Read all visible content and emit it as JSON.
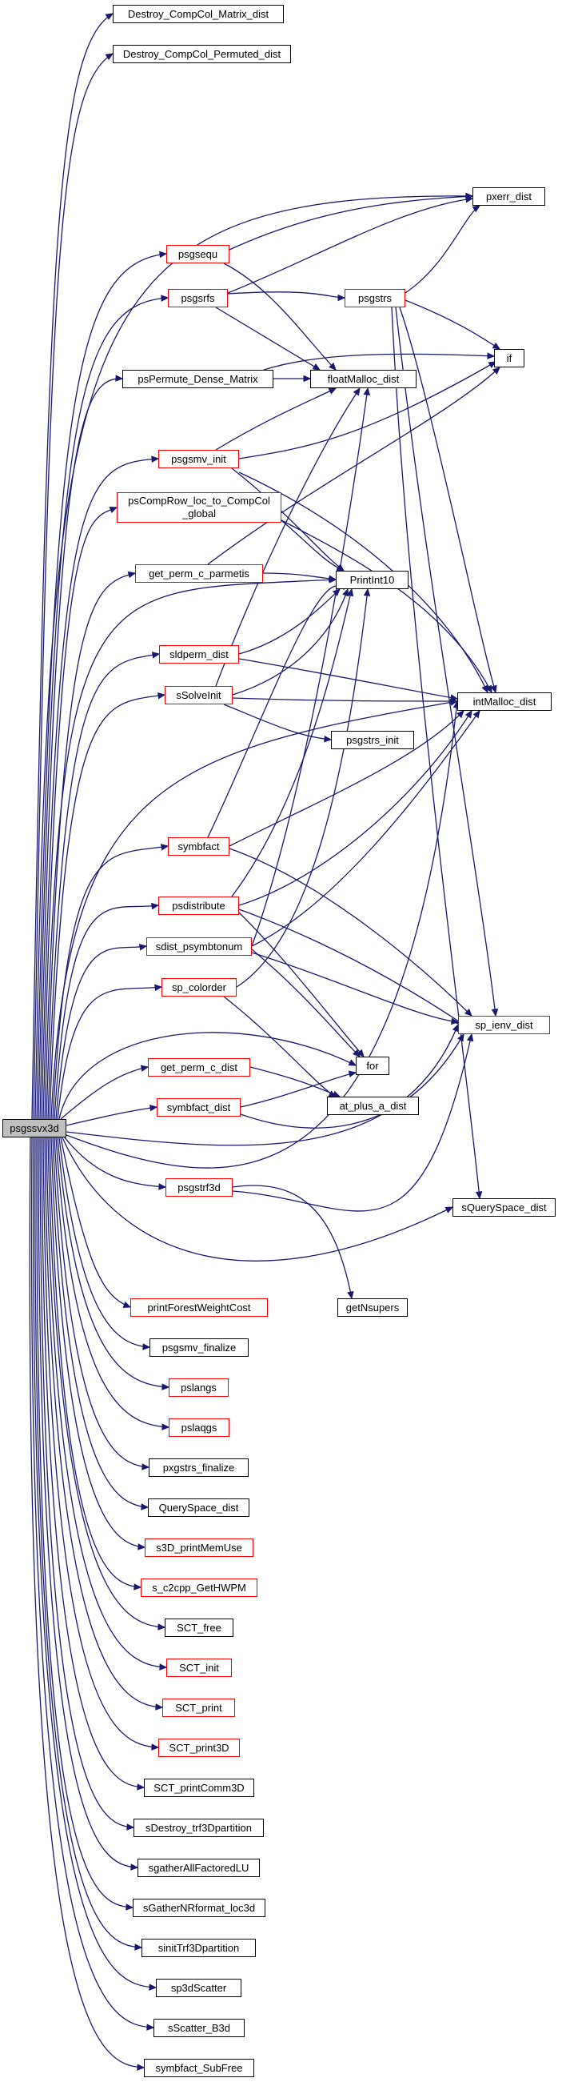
{
  "nodes": {
    "psgssvx3d": "psgssvx3d",
    "destroy_compcol_matrix_dist": "Destroy_CompCol_Matrix_dist",
    "destroy_compcol_permuted_dist": "Destroy_CompCol_Permuted_dist",
    "pxerr_dist": "pxerr_dist",
    "psgsequ": "psgsequ",
    "psgsrfs": "psgsrfs",
    "psgstrs": "psgstrs",
    "if": "if",
    "pspermute_dense_matrix": "psPermute_Dense_Matrix",
    "floatmalloc_dist": "floatMalloc_dist",
    "psgsmv_init": "psgsmv_init",
    "pscomprow_line1": "psCompRow_loc_to_CompCol",
    "pscomprow_line2": "_global",
    "get_perm_c_parmetis": "get_perm_c_parmetis",
    "printint10": "PrintInt10",
    "sldperm_dist": "sldperm_dist",
    "ssolveinit": "sSolveInit",
    "intmalloc_dist": "intMalloc_dist",
    "psgstrs_init": "psgstrs_init",
    "symbfact": "symbfact",
    "psdistribute": "psdistribute",
    "sdist_psymbtonum": "sdist_psymbtonum",
    "sp_ienv_dist": "sp_ienv_dist",
    "sp_colorder": "sp_colorder",
    "for": "for",
    "get_perm_c_dist": "get_perm_c_dist",
    "at_plus_a_dist": "at_plus_a_dist",
    "symbfact_dist": "symbfact_dist",
    "psgstrf3d": "psgstrf3d",
    "squeryspace_dist": "sQuerySpace_dist",
    "getnsupers": "getNsupers",
    "printforestweightcost": "printForestWeightCost",
    "psgsmv_finalize": "psgsmv_finalize",
    "pslangs": "pslangs",
    "pslaqgs": "pslaqgs",
    "pxgstrs_finalize": "pxgstrs_finalize",
    "queryspace_dist": "QuerySpace_dist",
    "s3d_printmemuse": "s3D_printMemUse",
    "s_c2cpp_gethwpm": "s_c2cpp_GetHWPM",
    "sct_free": "SCT_free",
    "sct_init": "SCT_init",
    "sct_print": "SCT_print",
    "sct_print3d": "SCT_print3D",
    "sct_printcomm3d": "SCT_printComm3D",
    "sdestroy_trf3dpartition": "sDestroy_trf3Dpartition",
    "sgatherallfactoredlu": "sgatherAllFactoredLU",
    "sgathernrformat_loc3d": "sGatherNRformat_loc3d",
    "sinittrf3dpartition": "sinitTrf3Dpartition",
    "sp3dscatter": "sp3dScatter",
    "sscatter_b3d": "sScatter_B3d",
    "symbfact_subfree": "symbfact_SubFree"
  },
  "colors": {
    "edge": "#191970",
    "red_border": "#ff0000",
    "black_border": "#000000",
    "root_fill": "#bfbfbf"
  }
}
